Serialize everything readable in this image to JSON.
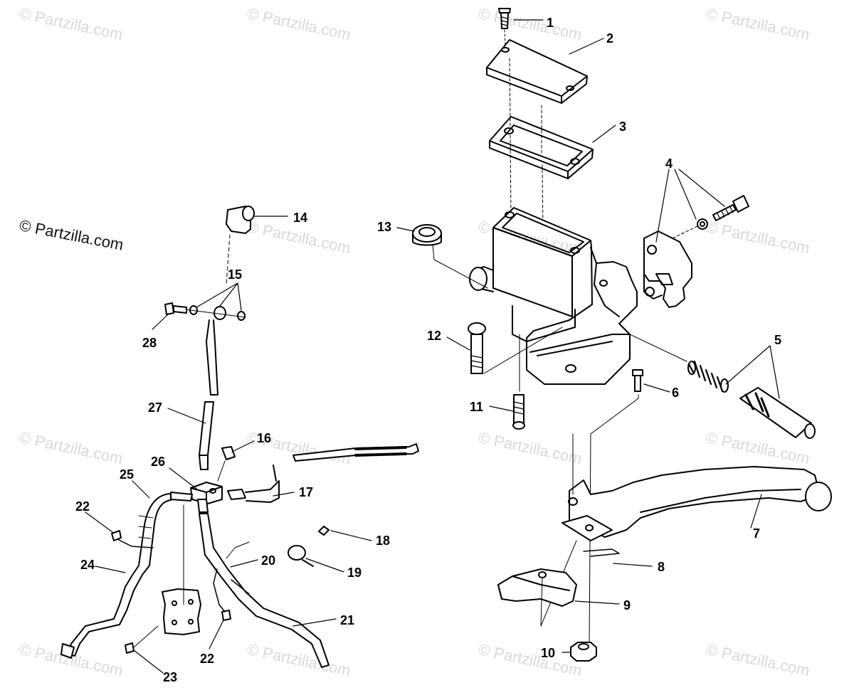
{
  "brand_label": "© Partzilla.com",
  "watermark_text": "© Partzilla.com",
  "colors": {
    "line": "#000000",
    "watermark": "#d9d9d9",
    "background": "#ffffff"
  },
  "callouts": [
    "1",
    "2",
    "3",
    "4",
    "5",
    "6",
    "7",
    "8",
    "9",
    "10",
    "11",
    "12",
    "13",
    "14",
    "15",
    "16",
    "17",
    "18",
    "19",
    "20",
    "21",
    "22",
    "22",
    "23",
    "24",
    "25",
    "26",
    "27",
    "28"
  ]
}
